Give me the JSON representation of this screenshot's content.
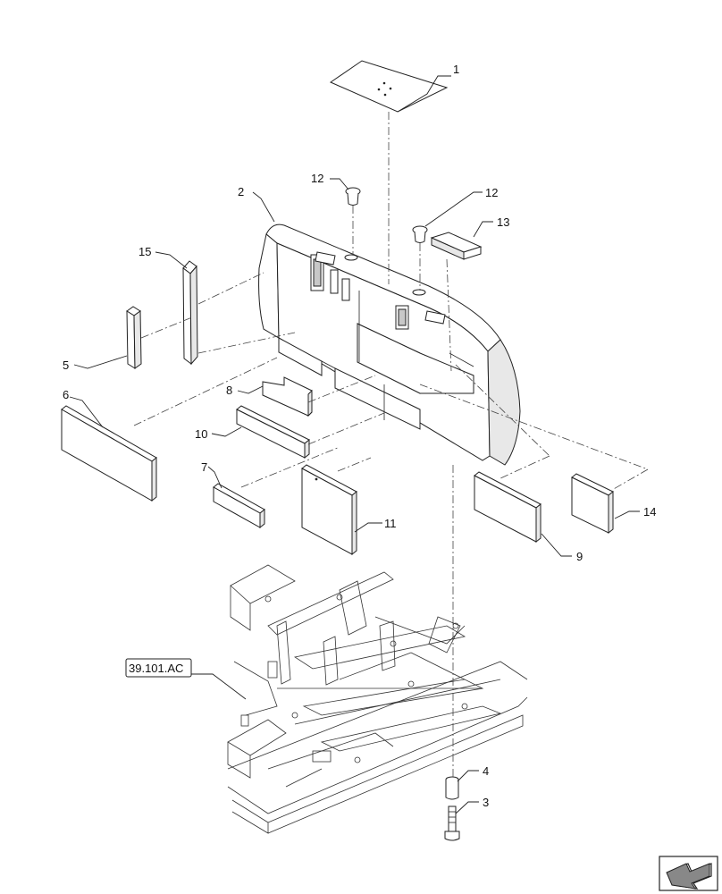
{
  "reference_label": "39.101.AC",
  "callouts": [
    {
      "id": "c1",
      "label": "1"
    },
    {
      "id": "c2",
      "label": "2"
    },
    {
      "id": "c3",
      "label": "3"
    },
    {
      "id": "c4",
      "label": "4"
    },
    {
      "id": "c5",
      "label": "5"
    },
    {
      "id": "c6",
      "label": "6"
    },
    {
      "id": "c7",
      "label": "7"
    },
    {
      "id": "c8",
      "label": "8"
    },
    {
      "id": "c9",
      "label": "9"
    },
    {
      "id": "c10",
      "label": "10"
    },
    {
      "id": "c11",
      "label": "11"
    },
    {
      "id": "c12a",
      "label": "12"
    },
    {
      "id": "c12b",
      "label": "12"
    },
    {
      "id": "c13",
      "label": "13"
    },
    {
      "id": "c14",
      "label": "14"
    },
    {
      "id": "c15",
      "label": "15"
    }
  ],
  "nav_icon": "arrow-back-icon"
}
